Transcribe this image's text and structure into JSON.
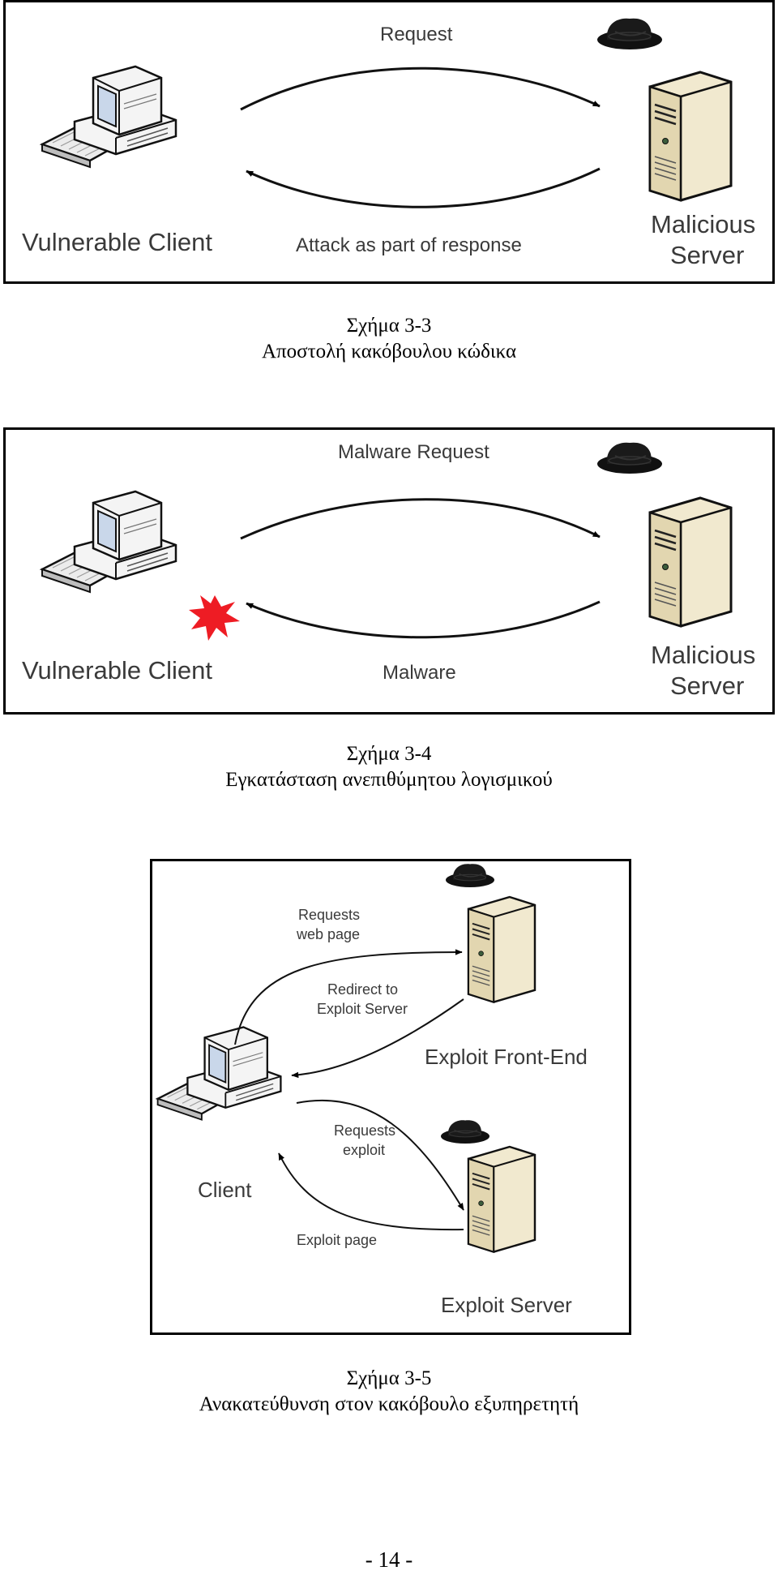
{
  "figures": [
    {
      "labels": {
        "request": "Request",
        "response": "Attack as part of response",
        "client": "Vulnerable Client",
        "server_line1": "Malicious",
        "server_line2": "Server"
      },
      "caption_line1": "Σχήμα 3-3",
      "caption_line2": "Αποστολή κακόβουλου κώδικα"
    },
    {
      "labels": {
        "request": "Malware Request",
        "response": "Malware",
        "client": "Vulnerable Client",
        "server_line1": "Malicious",
        "server_line2": "Server"
      },
      "caption_line1": "Σχήμα 3-4",
      "caption_line2": "Εγκατάσταση ανεπιθύμητου λογισμικού"
    },
    {
      "labels": {
        "requests_web_1": "Requests",
        "requests_web_2": "web page",
        "redirect_1": "Redirect to",
        "redirect_2": "Exploit Server",
        "frontend": "Exploit Front-End",
        "requests_exploit_1": "Requests",
        "requests_exploit_2": "exploit",
        "client": "Client",
        "exploit_page": "Exploit page",
        "exploit_server": "Exploit Server"
      },
      "caption_line1": "Σχήμα 3-5",
      "caption_line2": "Ανακατεύθυνση στον κακόβουλο εξυπηρετητή"
    }
  ],
  "page_number": "- 14 -",
  "colors": {
    "border": "#000000",
    "text": "#3a3a3a",
    "server_fill": "#f1e9cf",
    "monitor_screen": "#c9d7ea",
    "burst": "#ee1c24"
  }
}
